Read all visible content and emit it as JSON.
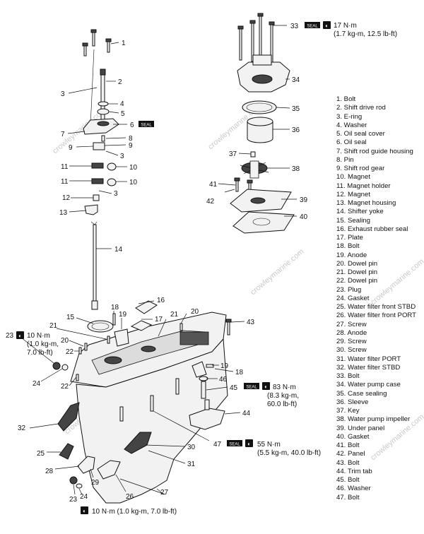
{
  "watermark": "crowleymarine.com",
  "legend": [
    "1. Bolt",
    "2. Shift drive rod",
    "3. E-ring",
    "4. Washer",
    "5. Oil seal cover",
    "6. Oil seal",
    "7. Shift rod guide housing",
    "8. Pin",
    "9. Shift rod gear",
    "10. Magnet",
    "11. Magnet holder",
    "12. Magnet",
    "13. Magnet housing",
    "14. Shifter yoke",
    "15. Sealing",
    "16. Exhaust rubber seal",
    "17. Plate",
    "18. Bolt",
    "19. Anode",
    "20. Dowel pin",
    "21. Dowel pin",
    "22. Dowel pin",
    "23. Plug",
    "24. Gasket",
    "25. Water filter  front STBD",
    "26. Water filter  front PORT",
    "27. Screw",
    "28. Anode",
    "29. Screw",
    "30. Screw",
    "31. Water filter PORT",
    "32. Water filter STBD",
    "33. Bolt",
    "34. Water pump case",
    "35. Case sealing",
    "36. Sleeve",
    "37. Key",
    "38. Water pump impeller",
    "39. Under panel",
    "40. Gasket",
    "41. Bolt",
    "42. Panel",
    "43. Bolt",
    "44. Trim tab",
    "45. Bolt",
    "46. Washer",
    "47. Bolt"
  ],
  "callouts": {
    "c1": "1",
    "c2": "2",
    "c3a": "3",
    "c3b": "3",
    "c3c": "3",
    "c4": "4",
    "c5": "5",
    "c6": "6",
    "c7": "7",
    "c8": "8",
    "c9a": "9",
    "c9b": "9",
    "c10a": "10",
    "c10b": "10",
    "c11a": "11",
    "c11b": "11",
    "c12": "12",
    "c13": "13",
    "c14": "14",
    "c15": "15",
    "c16": "16",
    "c17": "17",
    "c18a": "18",
    "c18b": "18",
    "c19a": "19",
    "c19b": "19",
    "c20a": "20",
    "c20b": "20",
    "c21a": "21",
    "c21b": "21",
    "c22a": "22",
    "c22b": "22",
    "c23a": "23",
    "c23b": "23",
    "c24a": "24",
    "c24b": "24",
    "c25": "25",
    "c26": "26",
    "c27": "27",
    "c28": "28",
    "c29": "29",
    "c30": "30",
    "c31": "31",
    "c32": "32",
    "c33": "33",
    "c34": "34",
    "c35": "35",
    "c36": "36",
    "c37": "37",
    "c38": "38",
    "c39": "39",
    "c40": "40",
    "c41": "41",
    "c42": "42",
    "c43": "43",
    "c44": "44",
    "c45": "45",
    "c46": "46",
    "c47": "47"
  },
  "torque": {
    "t33": {
      "value": "17 N·m",
      "detail": "(1.7 kg-m, 12.5 lb-ft)",
      "sealant": "SEAL"
    },
    "t6": {
      "sealant": "SEAL"
    },
    "t23a": {
      "l1": "10 N·m",
      "l2": "(1.0 kg-m,",
      "l3": "7.0 lb-ft)"
    },
    "t45": {
      "l1": "83 N·m",
      "l2": "(8.3 kg-m,",
      "l3": "60.0 lb-ft)",
      "sealant": "SEAL"
    },
    "t47": {
      "l1": "55 N·m",
      "l2": "(5.5 kg-m, 40.0 lb-ft)",
      "sealant": "SEAL"
    },
    "tBottom": {
      "value": "10 N·m (1.0 kg-m, 7.0 lb-ft)"
    }
  }
}
